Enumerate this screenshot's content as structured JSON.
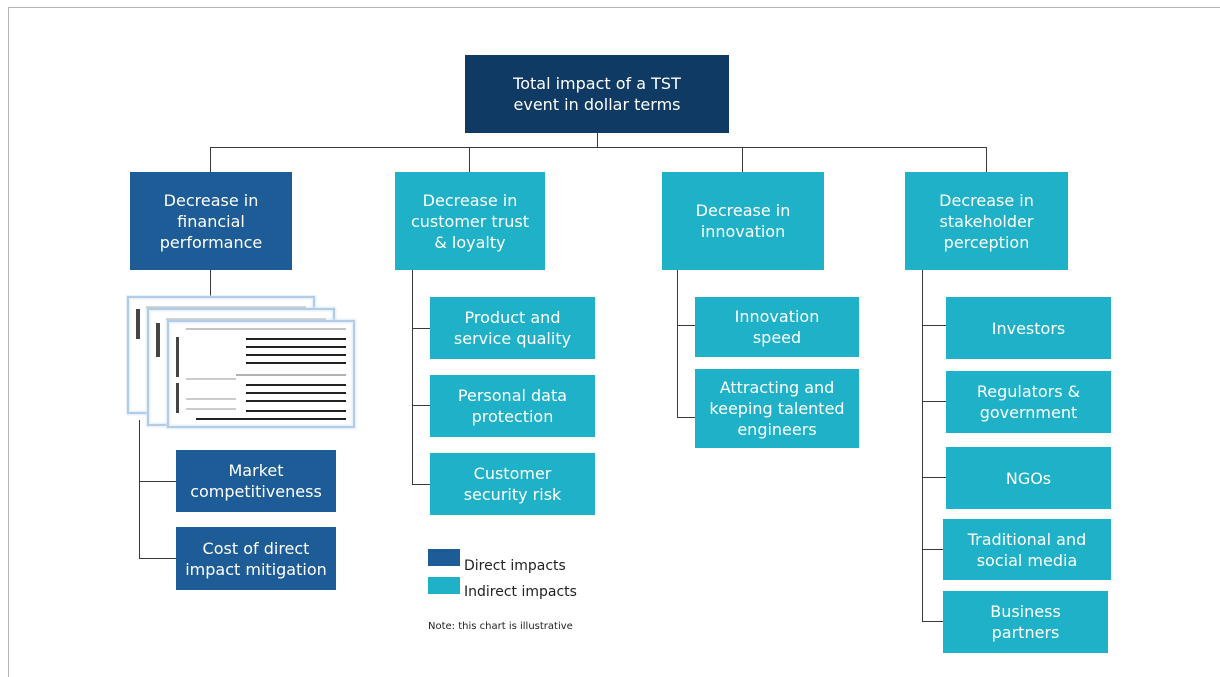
{
  "root": "Total impact of a TST event in dollar terms",
  "branches": {
    "financial": "Decrease in financial performance",
    "trust": "Decrease in customer trust & loyalty",
    "innovation": "Decrease in innovation",
    "stakeholder": "Decrease in stakeholder perception"
  },
  "financial_children": [
    "Market competitiveness",
    "Cost of direct impact mitigation"
  ],
  "trust_children": [
    "Product and service quality",
    "Personal data protection",
    "Customer security risk"
  ],
  "innovation_children": [
    "Innovation speed",
    "Attracting and keeping talented engineers"
  ],
  "stakeholder_children": [
    "Investors",
    "Regulators & government",
    "NGOs",
    "Traditional and social media",
    "Business partners"
  ],
  "legend": {
    "direct": "Direct impacts",
    "indirect": "Indirect impacts",
    "direct_color": "#1d5c96",
    "indirect_color": "#1eb1c8"
  },
  "note": "Note: this chart is illustrative",
  "thumbnail": "spreadsheet-thumbnail-icon",
  "colors": {
    "root": "#0f3a63",
    "direct": "#1d5c96",
    "indirect": "#1eb1c8",
    "connector": "#3a3a3a"
  }
}
